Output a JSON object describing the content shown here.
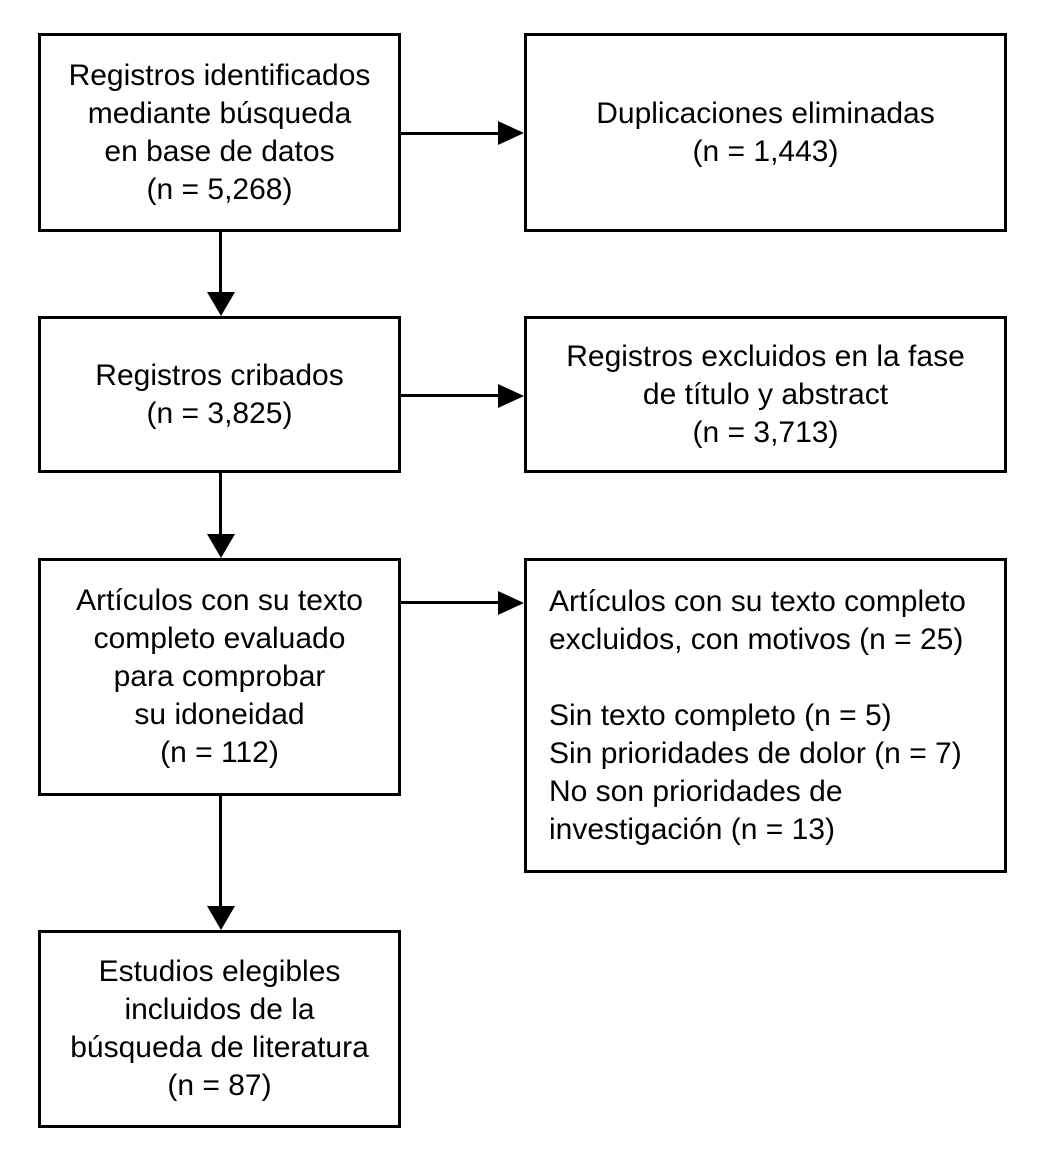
{
  "diagram": {
    "type": "prisma-flow",
    "language": "es",
    "colors": {
      "border": "#000000",
      "background": "#ffffff",
      "text": "#000000"
    },
    "boxes": {
      "identified": {
        "text": "Registros identificados\nmediante búsqueda\nen base de datos\n(n = 5,268)",
        "count": "5,268"
      },
      "duplicates": {
        "text": "Duplicaciones eliminadas\n(n = 1,443)",
        "count": "1,443"
      },
      "screened": {
        "text": "Registros cribados\n(n = 3,825)",
        "count": "3,825"
      },
      "excluded_title_abstract": {
        "text": "Registros excluidos en la fase\nde título y abstract\n(n = 3,713)",
        "count": "3,713"
      },
      "fulltext_assessed": {
        "text": "Artículos con su texto\ncompleto evaluado\npara comprobar\nsu idoneidad\n(n = 112)",
        "count": "112"
      },
      "fulltext_excluded": {
        "text": "Artículos con su texto completo\nexcluidos, con motivos (n = 25)\n\nSin texto completo (n = 5)\nSin prioridades de dolor (n = 7)\nNo son prioridades de\ninvestigación (n = 13)",
        "count": "25",
        "reasons": [
          {
            "label": "Sin texto completo",
            "count": "5"
          },
          {
            "label": "Sin prioridades de dolor",
            "count": "7"
          },
          {
            "label": "No son prioridades de investigación",
            "count": "13"
          }
        ]
      },
      "included": {
        "text": "Estudios elegibles\nincluidos de la\nbúsqueda de literatura\n(n = 87)",
        "count": "87"
      }
    }
  }
}
